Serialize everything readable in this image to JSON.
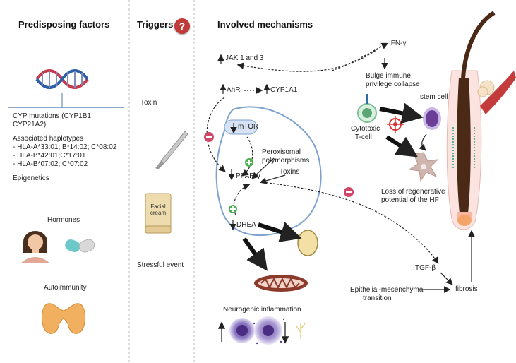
{
  "headers": {
    "predisposing": "Predisposing factors",
    "triggers": "Triggers",
    "mechanisms": "Involved mechanisms"
  },
  "triggers_icon_symbol": "?",
  "predisposing": {
    "box_lines": [
      "CYP mutations (CYP1B1,",
      "CYP21A2)"
    ],
    "haplotypes_title": "Associated haplotypes",
    "haplotypes": [
      "- HLA-A*33:01; B*14:02; C*08:02",
      "- HLA-B*42:01;C*17:01",
      "- HLA-B*07:02; C*07:02"
    ],
    "epigenetics": "Epigenetics",
    "hormones": "Hormones",
    "autoimmunity": "Autoimmunity"
  },
  "triggers": {
    "toxin": "Toxin",
    "facial_cream": [
      "Facial",
      "cream"
    ],
    "stressful_event": "Stressful event"
  },
  "mechanisms": {
    "jak": "JAK 1 and 3",
    "ahr": "AhR",
    "cyp1a1": "CYP1A1",
    "mtor": "mTOR",
    "peroxisomal": [
      "Peroxisomal",
      "polymorphisms"
    ],
    "toxins": "Toxins",
    "pparg": "PPAR-γ",
    "dhea": "DHEA",
    "ifn": "IFN-γ",
    "bulge": [
      "Bulge immune",
      "privilege collapse"
    ],
    "stem_cell": "stem cell",
    "cytotoxic": [
      "Cytotoxic",
      "T-cell"
    ],
    "loss": [
      "Loss of regenerative",
      "potential of the HF"
    ],
    "tgf": "TGF-β",
    "emt": [
      "Epithelial-mesenchymal",
      "transition"
    ],
    "fibrosis": "fibrosis",
    "neurogenic": "Neurogenic inflammation"
  },
  "colors": {
    "membrane": "#7da2cf",
    "plus": "#4caf50",
    "minus": "#d2466a",
    "mito": "#8b3a2b",
    "follicle_dark": "#4a2a16"
  }
}
